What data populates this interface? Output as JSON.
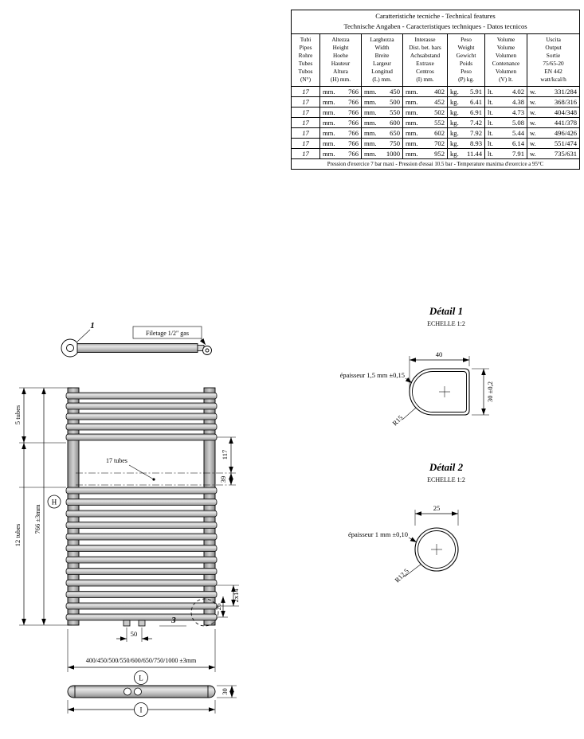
{
  "table": {
    "title1": "Caratteristiche tecniche - Technical features",
    "title2": "Technische Angaben - Caracteristiques techniques - Datos tecnicos",
    "col_headers": [
      "Tubi\nPipes\nRohre\nTubes\nTubos\n(N°)",
      "Altezza\nHeight\nHoehe\nHauteur\nAltura\n(H) mm.",
      "Larghezza\nWidth\nBreite\nLargeur\nLongitud\n(L) mm.",
      "Interasse\nDist. bet. bars\nAchsabstand\nExtraxe\nCentros\n(I) mm.",
      "Peso\nWeight\nGewicht\nPoids\nPeso\n(P) kg.",
      "Volume\nVolume\nVolumen\nContenance\nVolumen\n(V) lt.",
      "Uscita\nOutput\nSortie\n75/65-20\nEN 442\nwatt/kcal/h"
    ],
    "units": {
      "h": "mm.",
      "l": "mm.",
      "i": "mm.",
      "p": "kg.",
      "v": "lt.",
      "o": "w."
    },
    "rows": [
      {
        "n": "17",
        "h": "766",
        "l": "450",
        "i": "402",
        "p": "5.91",
        "v": "4.02",
        "o": "331/284"
      },
      {
        "n": "17",
        "h": "766",
        "l": "500",
        "i": "452",
        "p": "6.41",
        "v": "4.38",
        "o": "368/316"
      },
      {
        "n": "17",
        "h": "766",
        "l": "550",
        "i": "502",
        "p": "6.91",
        "v": "4.73",
        "o": "404/348"
      },
      {
        "n": "17",
        "h": "766",
        "l": "600",
        "i": "552",
        "p": "7.42",
        "v": "5.08",
        "o": "441/378"
      },
      {
        "n": "17",
        "h": "766",
        "l": "650",
        "i": "602",
        "p": "7.92",
        "v": "5.44",
        "o": "496/426"
      },
      {
        "n": "17",
        "h": "766",
        "l": "750",
        "i": "702",
        "p": "8.93",
        "v": "6.14",
        "o": "551/474"
      },
      {
        "n": "17",
        "h": "766",
        "l": "1000",
        "i": "952",
        "p": "11.44",
        "v": "7.91",
        "o": "735/631"
      }
    ],
    "footer": "Pression d'exercice 7 bar maxi - Pression d'essai 10.5 bar - Temperature maxima d'exercice a 95°C"
  },
  "drawing": {
    "item1_label": "1",
    "thread_label": "Filetage 1/2\" gas",
    "tubes_top": "5 tubes",
    "tubes_bottom": "12 tubes",
    "tubes_total": "17 tubes",
    "height_dim": "766 ±3mm",
    "h_symbol": "H",
    "dim_117": "117",
    "dim_39": "39",
    "dim_2x14": "2x14",
    "dim_26": "26",
    "dim_50": "50",
    "item3_label": "3",
    "length_dim": "400/450/500/550/600/650/750/1000 ±3mm",
    "l_symbol": "L",
    "i_symbol": "I",
    "dim_30": "30"
  },
  "detail1": {
    "title": "Détail 1",
    "scale": "ECHELLE 1:2",
    "width_dim": "40",
    "height_dim": "30 ±0,2",
    "thickness": "épaisseur 1,5 mm ±0,15",
    "radius": "R15"
  },
  "detail2": {
    "title": "Détail 2",
    "scale": "ECHELLE 1:2",
    "width_dim": "25",
    "thickness": "épaisseur 1 mm ±0,10",
    "radius": "R12,5"
  }
}
